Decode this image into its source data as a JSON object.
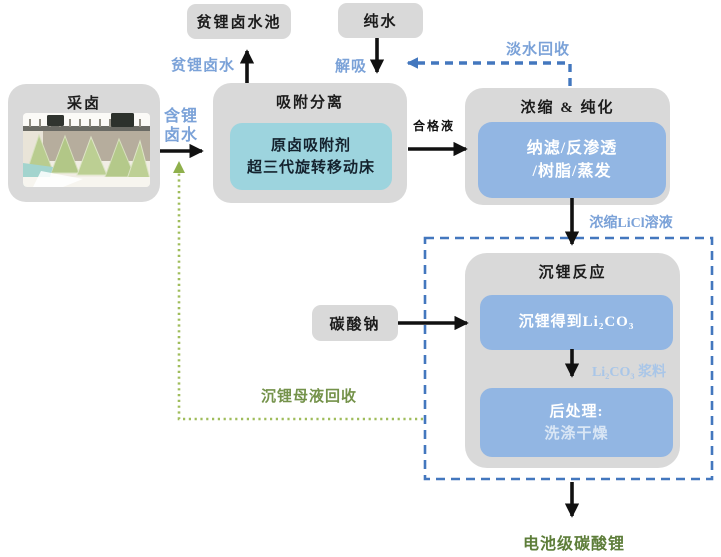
{
  "diagram": {
    "nodes": {
      "pool": {
        "label": "贫锂卤水池"
      },
      "pure_water": {
        "label": "纯水"
      },
      "brine_mining": {
        "title": "采卤"
      },
      "adsorption": {
        "title": "吸附分离",
        "inner_line1": "原卤吸附剂",
        "inner_line2": "超三代旋转移动床"
      },
      "concentration": {
        "title": "浓缩 & 纯化",
        "inner_line1": "纳滤/反渗透",
        "inner_line2": "/树脂/蒸发"
      },
      "precipitation": {
        "title": "沉锂反应",
        "step1": "沉锂得到Li₂CO₃",
        "step2_line1": "后处理:",
        "step2_line2": "洗涤干燥"
      },
      "soda_ash": {
        "label": "碳酸钠"
      }
    },
    "labels": {
      "poor_li_brine": "贫锂卤水",
      "desorption": "解吸",
      "fresh_water_recycle": "淡水回收",
      "li_brine_line1": "含锂",
      "li_brine_line2": "卤水",
      "qualified_liquid": "合格液",
      "licl_solution": "浓缩LiCl溶液",
      "li2co3_slurry": "Li₂CO₃ 浆料",
      "mother_liquor_recycle": "沉锂母液回收",
      "battery_grade_output": "电池级碳酸锂"
    },
    "colors": {
      "box_gray": "#d9d9d9",
      "inner_teal": "#9dd4de",
      "inner_blue": "#92b6e3",
      "label_blue": "#7ba2d8",
      "slurry_blue": "#a9c6e8",
      "dashed_blue": "#4377be",
      "dotted_green": "#a0bd5c",
      "text_green": "#74924a",
      "arrow_black": "#111111"
    }
  }
}
